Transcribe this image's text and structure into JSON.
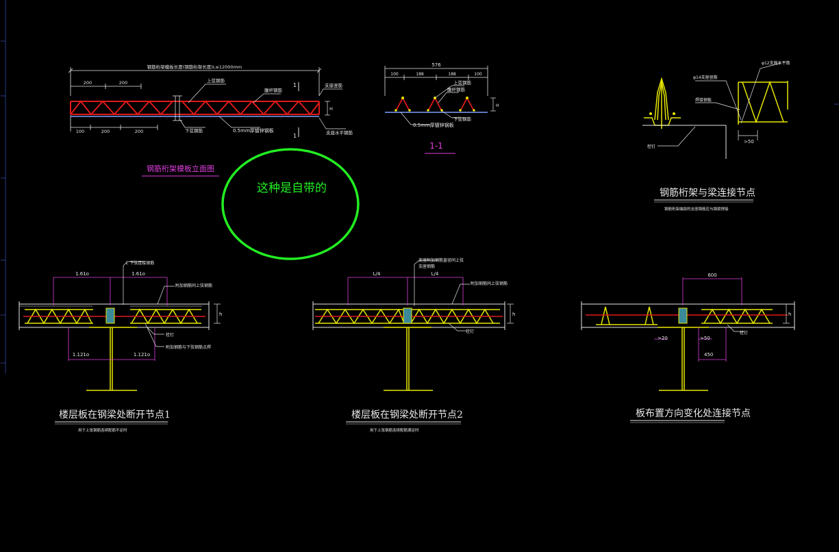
{
  "colors": {
    "background": "#000000",
    "truss_red": "#e01a1a",
    "chord_yellow": "#e8e800",
    "dim_magenta": "#e040e0",
    "leader_white": "#e8e8e8",
    "annotation_green": "#22ee22",
    "frame_blue": "#2a3a8a"
  },
  "elevation": {
    "top_dim": "钢筋桁架模板长度(钢筋桁架长度)L≤12000mm",
    "spacing_top": [
      "200",
      "200"
    ],
    "spacing_bottom": [
      "100",
      "200",
      "200"
    ],
    "section_mark": "1",
    "label_upper_chord": "上弦钢筋",
    "label_web": "腹杆钢筋",
    "label_lower_chord": "下弦钢筋",
    "label_deck": "0.5mm厚镀锌钢板",
    "label_support_vertical": "支座竖筋",
    "label_support_horizontal": "支座水平钢筋",
    "height_mark": "H",
    "title": "钢筋桁架模板立面图"
  },
  "section": {
    "total_dim": "576",
    "spacing": [
      "100",
      "188",
      "188",
      "100"
    ],
    "label_upper_chord": "上弦钢筋",
    "label_web": "腹杆钢筋",
    "label_lower_chord": "下弦钢筋",
    "label_deck": "0.5mm厚镀锌钢板",
    "height_mark": "H",
    "title": "1-1"
  },
  "annotation": {
    "text": "这种是自带的"
  },
  "beam_connection": {
    "label_rebar": "φ12支座水平筋",
    "label_vertical": "φ14支座竖筋",
    "label_weld": "焊接钢板",
    "label_stud": "栓钉",
    "dim": ">50",
    "title": "钢筋桁架与梁连接节点",
    "note": "钢筋桁架端部的支座钢筋应与钢梁焊接"
  },
  "node1": {
    "label_top": "L 下弦连接钢筋",
    "dim_left": "1.61o",
    "dim_right": "1.61o",
    "dim_bottom_left": "1.121o",
    "dim_bottom_right": "1.121o",
    "label_rebar": "附加钢筋同上弦钢筋",
    "label_stud": "栓钉",
    "label_weld": "附加钢筋与下弦钢筋点焊",
    "height_mark": "h",
    "title": "楼层板在钢梁处断开节点1",
    "note": "用于上弦钢筋连续配筋不足时"
  },
  "node2": {
    "label_top": "支座附加钢筋直径同上弦",
    "label_top2": "支座钢筋",
    "dim_left": "L/4",
    "dim_right": "L/4",
    "label_rebar": "附加钢筋同上弦钢筋",
    "label_stud": "栓钉",
    "height_mark": "h",
    "title": "楼层板在钢梁处断开节点2",
    "note": "用于上弦钢筋连续配筋满足时"
  },
  "node3": {
    "dim_top": "600",
    "dim_left": ">20",
    "dim_mid": ">50",
    "dim_bottom": "450",
    "label_stud": "栓钉",
    "height_mark": "h",
    "title": "板布置方向变化处连接节点"
  }
}
